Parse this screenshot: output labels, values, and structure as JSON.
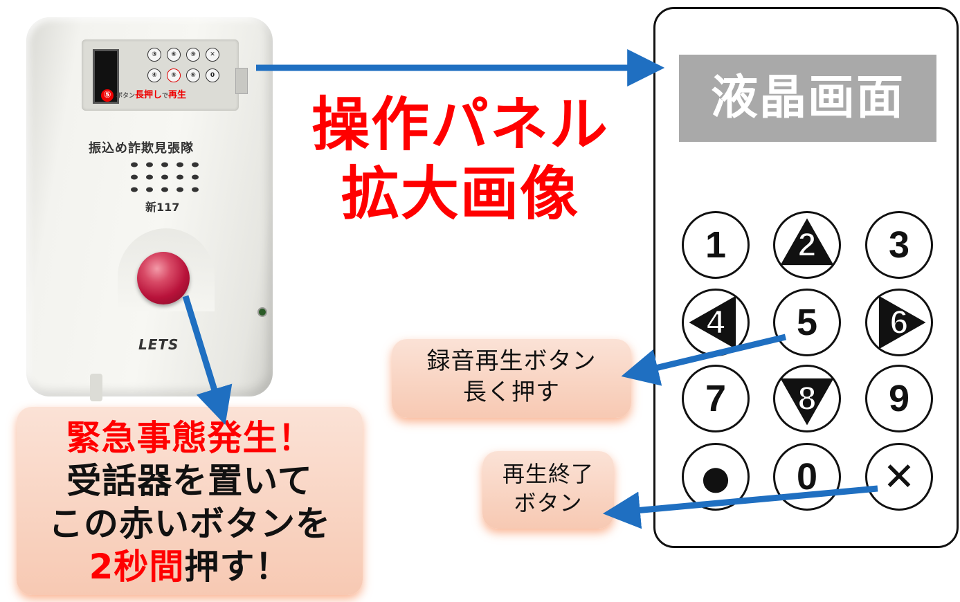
{
  "device": {
    "panel_hint_number": "⑤",
    "panel_hint_prefix": "ボタン",
    "panel_hint_long_press": "長押し",
    "panel_hint_suffix": "で",
    "panel_hint_play": "再生",
    "brand_label": "振込め詐欺見張隊",
    "model_label": "新117",
    "maker_logo": "LETS",
    "mini_keys": [
      "③",
      "⑥",
      "⑨",
      "✕",
      "④",
      "⑤",
      "⑥",
      "0"
    ],
    "red_button_color": "#b8123a"
  },
  "title": {
    "line1": "操作パネル",
    "line2": "拡大画像",
    "color": "#ff0000"
  },
  "enlarged_panel": {
    "lcd_label": "液晶画面",
    "keys": [
      {
        "label": "1",
        "marker": "none"
      },
      {
        "label": "2",
        "marker": "up"
      },
      {
        "label": "3",
        "marker": "none"
      },
      {
        "label": "4",
        "marker": "left"
      },
      {
        "label": "5",
        "marker": "none"
      },
      {
        "label": "6",
        "marker": "right"
      },
      {
        "label": "7",
        "marker": "none"
      },
      {
        "label": "8",
        "marker": "down"
      },
      {
        "label": "9",
        "marker": "none"
      },
      {
        "label": "●",
        "marker": "none"
      },
      {
        "label": "0",
        "marker": "none"
      },
      {
        "label": "✕",
        "marker": "none"
      }
    ]
  },
  "callouts": {
    "record_play": {
      "line1": "録音再生ボタン",
      "line2": "長く押す"
    },
    "stop": {
      "line1": "再生終了",
      "line2": "ボタン"
    },
    "emergency": {
      "line1": "緊急事態発生！",
      "line2": "受話器を置いて",
      "line3": "この赤いボタンを",
      "line4_red": "2秒間",
      "line4_rest": "押す！"
    }
  },
  "arrow_color": "#1f6fc1"
}
